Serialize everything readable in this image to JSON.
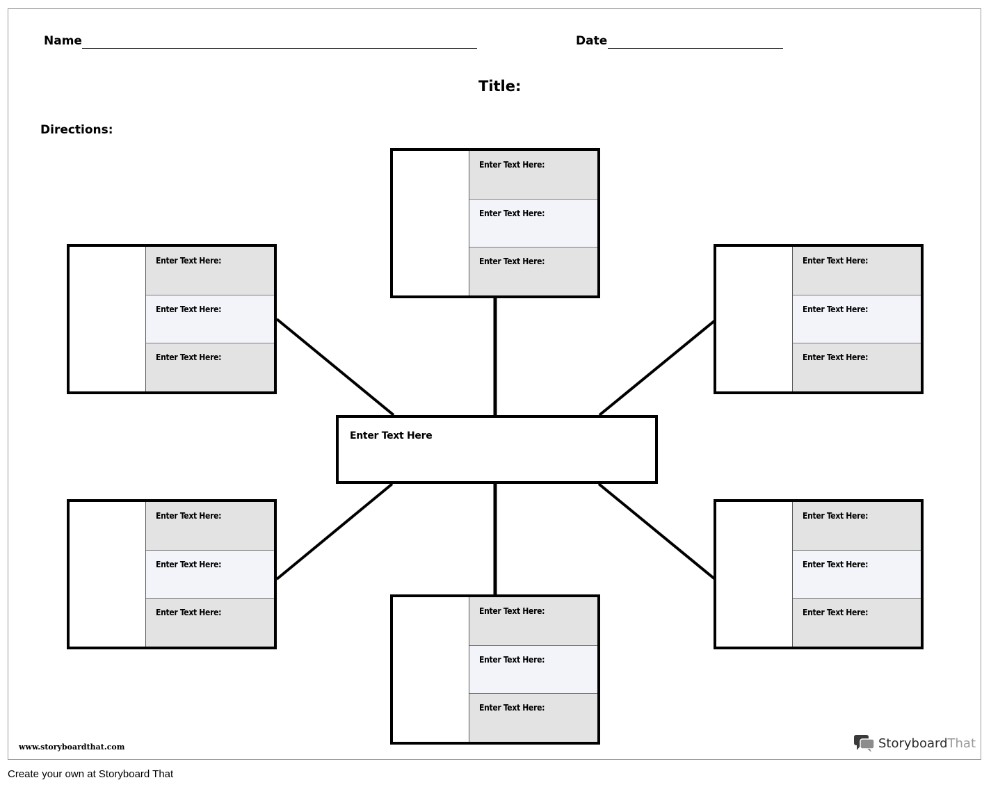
{
  "worksheet": {
    "name_label": "Name",
    "date_label": "Date",
    "title_label": "Title:",
    "directions_label": "Directions:",
    "center_text": "Enter Text Here",
    "cards": [
      {
        "id": "top",
        "rows": [
          "Enter Text Here:",
          "Enter Text Here:",
          "Enter Text Here:"
        ]
      },
      {
        "id": "upper-left",
        "rows": [
          "Enter Text Here:",
          "Enter Text Here:",
          "Enter Text Here:"
        ]
      },
      {
        "id": "upper-right",
        "rows": [
          "Enter Text Here:",
          "Enter Text Here:",
          "Enter Text Here:"
        ]
      },
      {
        "id": "lower-left",
        "rows": [
          "Enter Text Here:",
          "Enter Text Here:",
          "Enter Text Here:"
        ]
      },
      {
        "id": "lower-right",
        "rows": [
          "Enter Text Here:",
          "Enter Text Here:",
          "Enter Text Here:"
        ]
      },
      {
        "id": "bottom",
        "rows": [
          "Enter Text Here:",
          "Enter Text Here:",
          "Enter Text Here:"
        ]
      }
    ]
  },
  "branding": {
    "website": "www.storyboardthat.com",
    "logo_icon": "speech-bubbles-icon",
    "logo_text_dark": "Storyboard",
    "logo_text_light": "That"
  },
  "footer": {
    "text": "Create your own at Storyboard That"
  }
}
